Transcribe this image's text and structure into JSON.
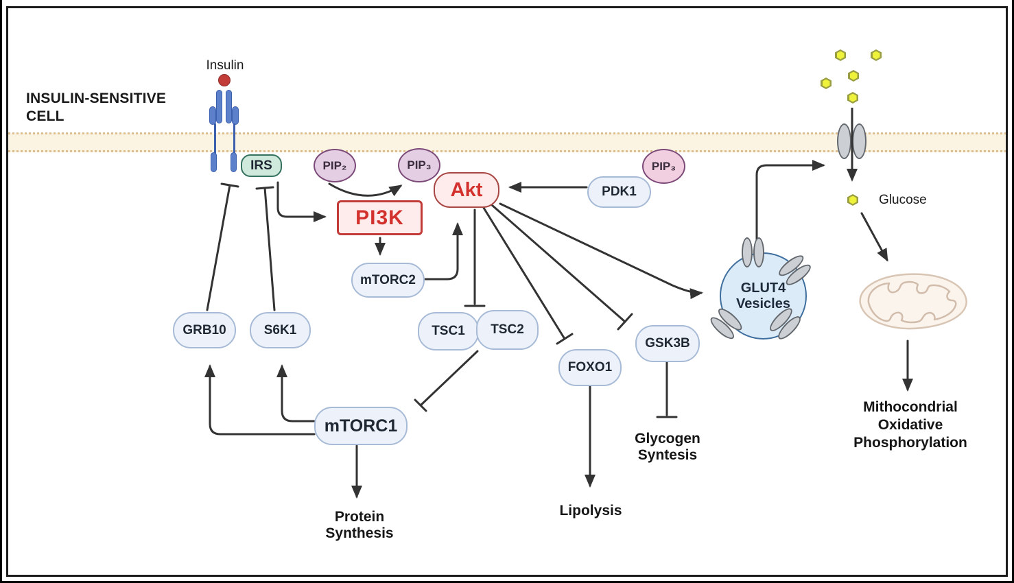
{
  "cell_label": {
    "line1": "INSULIN-SENSITIVE",
    "line2": "CELL"
  },
  "molecules": {
    "insulin": "Insulin",
    "irs": "IRS",
    "pip2": "PIP₂",
    "pip3_left": "PIP₃",
    "pip3_right": "PIP₃",
    "pi3k": "PI3K",
    "akt": "Akt",
    "mtorc2": "mTORC2",
    "pdk1": "PDK1",
    "grb10": "GRB10",
    "s6k1": "S6K1",
    "tsc1": "TSC1",
    "tsc2": "TSC2",
    "foxo1": "FOXO1",
    "gsk3b": "GSK3B",
    "mtorc1": "mTORC1",
    "glut4": {
      "line1": "GLUT4",
      "line2": "Vesicles"
    },
    "glucose": "Glucose"
  },
  "processes": {
    "protein_synthesis": [
      "Protein",
      "Synthesis"
    ],
    "lipolysis": "Lipolysis",
    "glycogen_synthesis": [
      "Glycogen",
      "Syntesis"
    ],
    "mitochondrial_oxphos": [
      "Mithocondrial",
      "Oxidative",
      "Phosphorylation"
    ]
  },
  "colors": {
    "node_blue_fill": "#edf2fa",
    "node_blue_border": "#a7bad6",
    "red_fill": "#fdeceb",
    "red_border": "#a84744",
    "red_text": "#d3312d",
    "green_fill": "#cfe9dd",
    "green_border": "#35715f",
    "purple_fill": "#e3cee3",
    "purple_border": "#7c4a78",
    "pink_fill": "#f2cfe0",
    "membrane_fill": "#fbf4e2",
    "membrane_dots": "#ddbe90",
    "vesicle_fill": "#dcebf8",
    "vesicle_border": "#3f6f9e",
    "transporter_fill": "#ccd0d4",
    "transporter_border": "#63686e",
    "glucose_fill": "#eef23b",
    "glucose_border": "#9a9e42",
    "receptor_blue": "#5d80cb",
    "receptor_border": "#3c5fae",
    "insulin_dot": "#c23c38",
    "arrow": "#333333",
    "mito_fill": "#faf4ec",
    "mito_border": "#d8c5b4"
  }
}
